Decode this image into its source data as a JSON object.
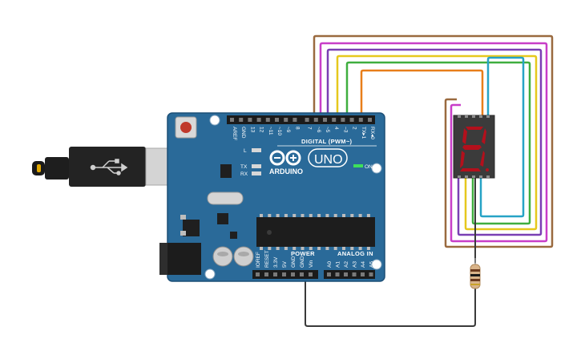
{
  "board": {
    "brand": "ARDUINO",
    "model": "UNO",
    "digital_header_label": "DIGITAL (PWM~)",
    "power_header_label": "POWER",
    "analog_header_label": "ANALOG IN",
    "on_led_label": "ON",
    "l_led_label": "L",
    "tx_label": "TX",
    "rx_label": "RX",
    "digital_pins": [
      "AREF",
      "GND",
      "13",
      "12",
      "~11",
      "~10",
      "~9",
      "8",
      "7",
      "~6",
      "~5",
      "4",
      "~3",
      "2",
      "TX▸1",
      "RX◂0"
    ],
    "power_pins": [
      "IOREF",
      "RESET",
      "3.3V",
      "5V",
      "GND",
      "GND",
      "Vin"
    ],
    "analog_pins": [
      "A0",
      "A1",
      "A2",
      "A3",
      "A4",
      "A5"
    ],
    "board_color": "#2a6a99",
    "border_color": "#1c4f77"
  },
  "display": {
    "digit": "8",
    "segment_color": "#b3101c",
    "body_color": "#3b3b3b"
  },
  "wires": {
    "colors": {
      "brown": "#9a6a3f",
      "magenta": "#c83ec8",
      "purple": "#7a3fb3",
      "yellow": "#e6c81d",
      "green": "#3fae3f",
      "orange": "#e87e1a",
      "cyan": "#27a3c6",
      "black": "#3a3a3a"
    }
  }
}
